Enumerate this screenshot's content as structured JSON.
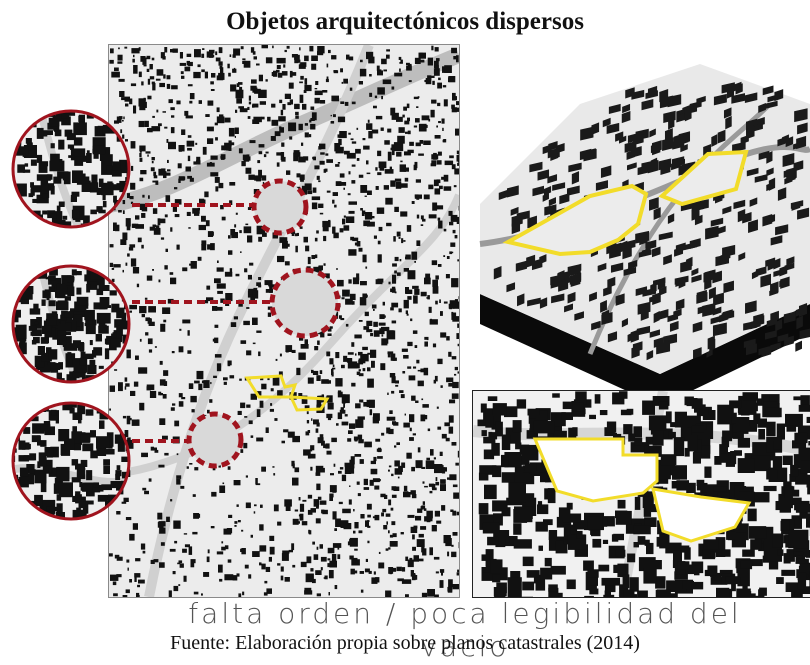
{
  "title": "Objetos arquitectónicos dispersos",
  "subtitle": "falta orden / poca legibilidad del vacio",
  "source": "Fuente: Elaboración propia sobre planos catastrales (2014)",
  "colors": {
    "highlight": "#f2dc2a",
    "callout": "#a0141e",
    "building": "#111111",
    "street": "#b8b8b8"
  }
}
